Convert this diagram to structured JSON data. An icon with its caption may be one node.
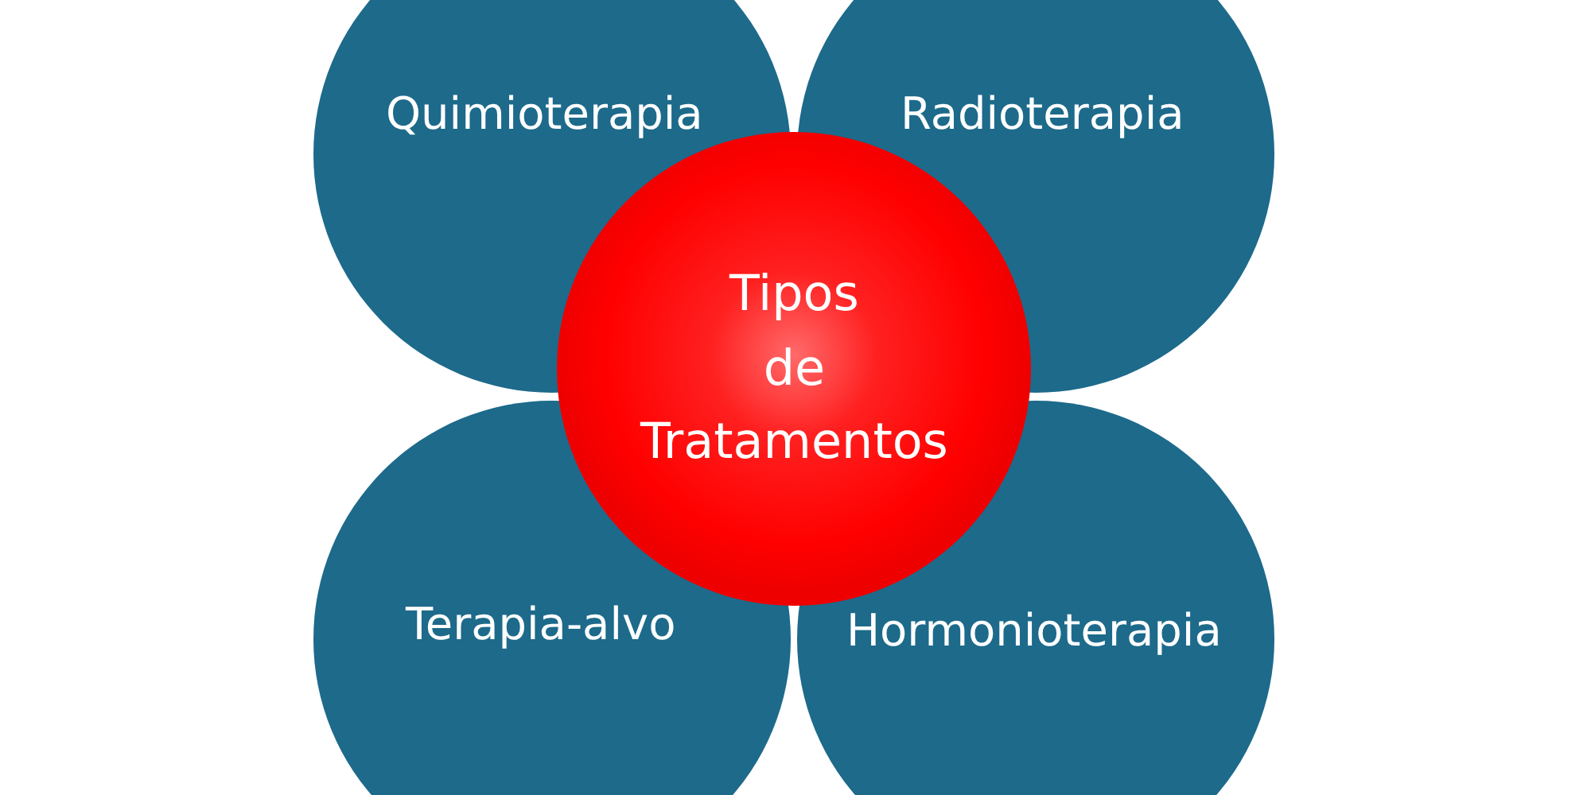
{
  "diagram": {
    "nodes": [
      {
        "text": [
          "Quimioterapia"
        ]
      },
      {
        "text": [
          "Radioterapia"
        ]
      },
      {
        "text": [
          "Tipos de Tratamentos"
        ]
      },
      {
        "text": [
          "Terapia-alvo"
        ]
      },
      {
        "text": [
          "Hormonioterapia"
        ]
      }
    ]
  }
}
